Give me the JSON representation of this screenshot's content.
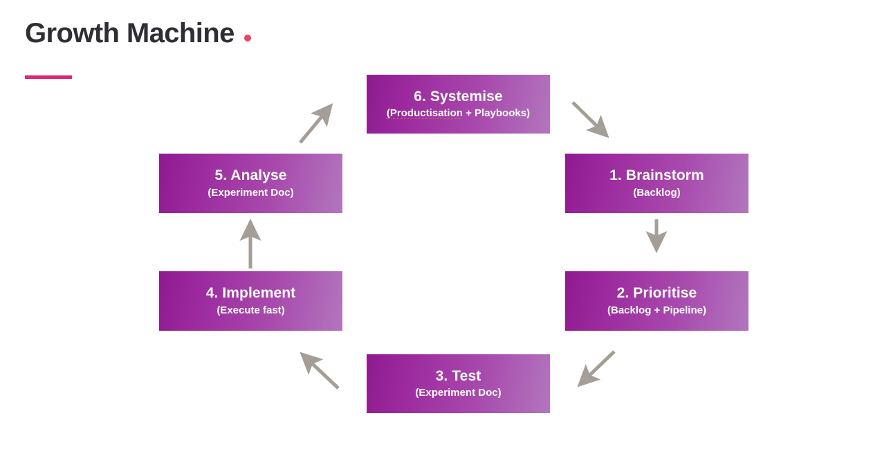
{
  "header": {
    "title": "Growth Machine",
    "accent_dot": "●",
    "dot_color": "#ee3f66",
    "rule_color": "#d92872"
  },
  "diagram": {
    "type": "cycle",
    "box_gradient_from": "#8e1a90",
    "box_gradient_to": "#b276bd",
    "arrow_color": "#a49e97",
    "steps": [
      {
        "id": "brainstorm",
        "number": "1.",
        "title": "1. Brainstorm",
        "subtitle": "(Backlog)",
        "position": "right-top"
      },
      {
        "id": "prioritise",
        "number": "2.",
        "title": "2. Prioritise",
        "subtitle": "(Backlog + Pipeline)",
        "position": "right-bottom"
      },
      {
        "id": "test",
        "number": "3.",
        "title": "3. Test",
        "subtitle": "(Experiment Doc)",
        "position": "bottom-center"
      },
      {
        "id": "implement",
        "number": "4.",
        "title": "4. Implement",
        "subtitle": "(Execute fast)",
        "position": "left-bottom"
      },
      {
        "id": "analyse",
        "number": "5.",
        "title": "5. Analyse",
        "subtitle": "(Experiment Doc)",
        "position": "left-top"
      },
      {
        "id": "systemise",
        "number": "6.",
        "title": "6. Systemise",
        "subtitle_part_flagged": "(Productisation",
        "subtitle_part_rest": " + Playbooks)",
        "subtitle": "(Productisation + Playbooks)",
        "position": "top-center"
      }
    ],
    "arrows": [
      {
        "name": "arrow-systemise-to-brainstorm",
        "direction": "down-right"
      },
      {
        "name": "arrow-brainstorm-to-prioritise",
        "direction": "down"
      },
      {
        "name": "arrow-prioritise-to-test",
        "direction": "down-left"
      },
      {
        "name": "arrow-test-to-implement",
        "direction": "up-left"
      },
      {
        "name": "arrow-implement-to-analyse",
        "direction": "up"
      },
      {
        "name": "arrow-analyse-to-systemise",
        "direction": "up-right"
      }
    ]
  }
}
